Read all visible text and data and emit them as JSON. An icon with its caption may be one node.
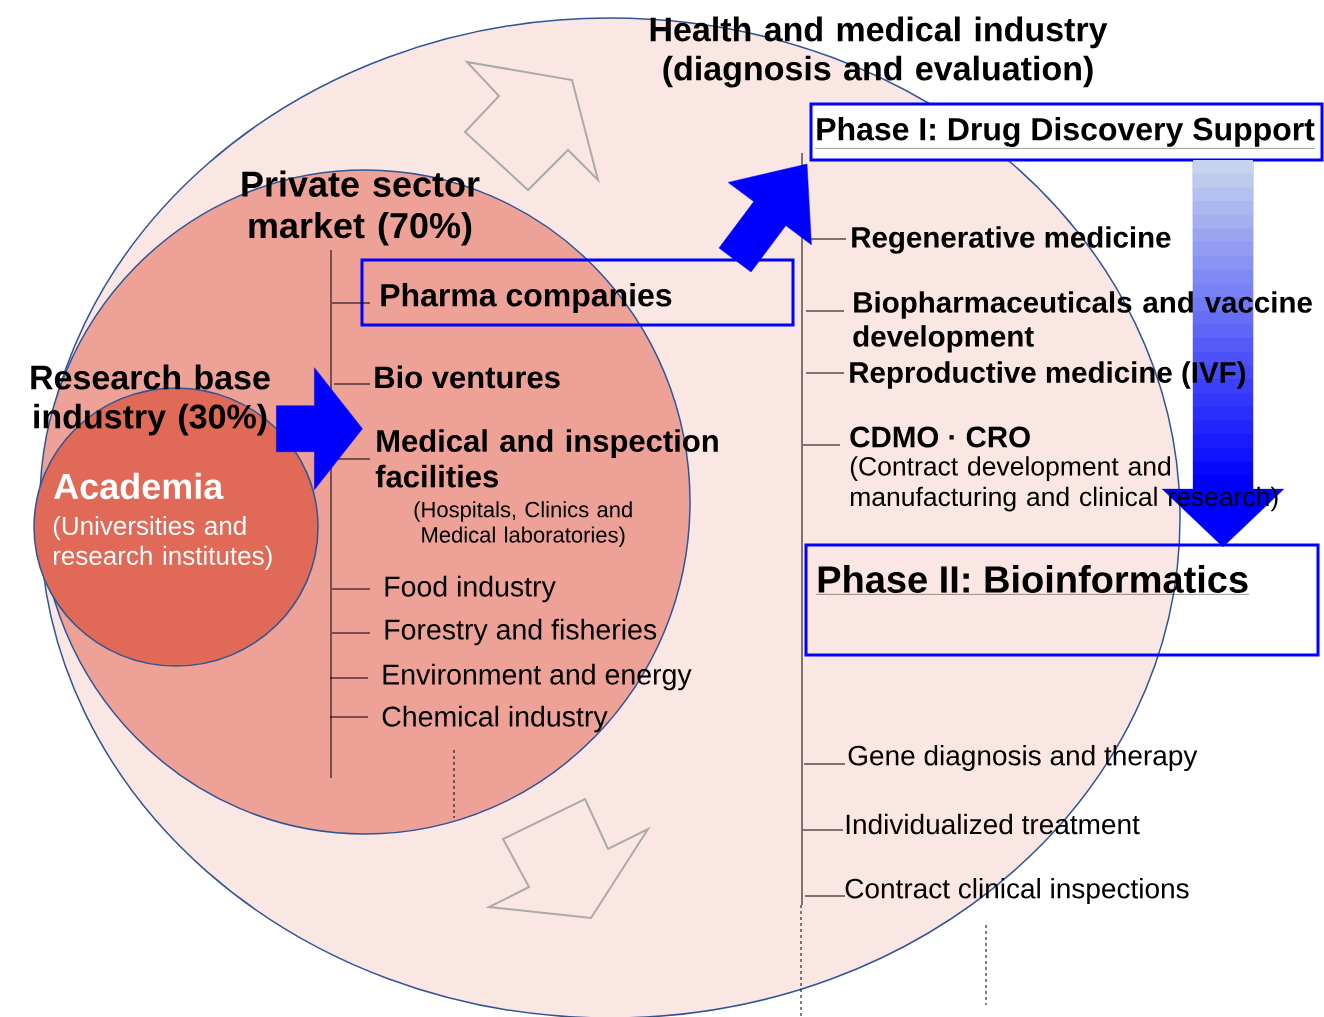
{
  "diagram": {
    "nodes": [
      {
        "text": [
          "Health and medical industry (diagnosis and evaluation)"
        ]
      },
      {
        "text": [
          "Private sector market (70%)"
        ],
        "in": 0
      },
      {
        "text": [
          "Research base industry (30%)",
          "Academia",
          "(Universities and research institutes)"
        ],
        "in": 1
      },
      {
        "text": [
          "Pharma companies"
        ],
        "in": 0
      },
      {
        "text": [
          "Phase I: Drug Discovery Support"
        ]
      },
      {
        "text": [
          "Phase II: Bioinformatics"
        ]
      }
    ],
    "edges": [
      {
        "from": 2,
        "to": null,
        "arrow": "to",
        "style": "thick"
      },
      {
        "from": 3,
        "to": 4,
        "arrow": "to",
        "style": "thick"
      },
      {
        "from": 4,
        "to": 5,
        "arrow": "to",
        "style": "thick"
      }
    ],
    "labels": [
      "Bio ventures",
      "Medical and inspection facilities",
      "(Hospitals, Clinics and Medical laboratories)",
      "Food industry",
      "Forestry and fisheries",
      "Environment and energy",
      "Chemical industry",
      "Regenerative medicine",
      "Biopharmaceuticals and vaccine development",
      "Reproductive medicine (IVF)",
      "CDMO · CRO",
      "(Contract development and manufacturing and clinical research)",
      "Gene diagnosis and therapy",
      "Individualized treatment",
      "Contract clinical inspections"
    ]
  }
}
